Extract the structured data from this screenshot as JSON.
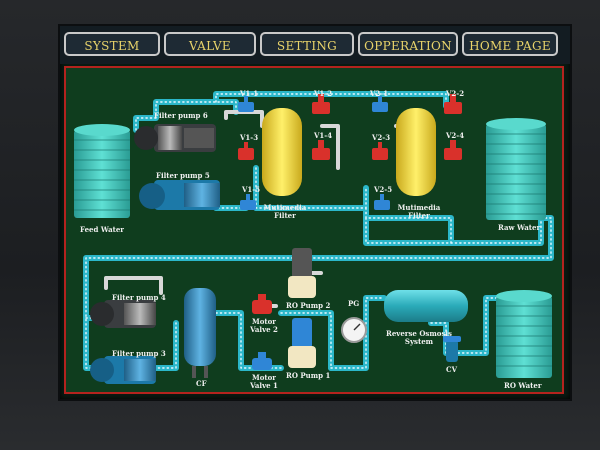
{
  "nav": {
    "system": "SYSTEM",
    "valve": "VALVE",
    "setting": "SETTING",
    "opperation": "OPPERATION",
    "home_page": "HOME PAGE"
  },
  "labels": {
    "filter_pump_6": "Filter pump 6",
    "filter_pump_5": "Filter pump 5",
    "filter_pump_4": "Filter pump 4",
    "filter_pump_3": "Filter pump 3",
    "feed_water": "Feed Water",
    "raw_water": "Raw Water",
    "ro_water": "RO Water",
    "mm_filter_1": "Mutimedia\nFilter",
    "mm_filter_2": "Mutimedia\nFilter",
    "v1_1": "V1-1",
    "v1_2": "V1-2",
    "v1_3": "V1-3",
    "v1_4": "V1-4",
    "v1_5": "V1-5",
    "v2_1": "V2-1",
    "v2_2": "V2-2",
    "v2_3": "V2-3",
    "v2_4": "V2-4",
    "v2_5": "V2-5",
    "cf": "CF",
    "motor_valve_2": "Motor\nValve 2",
    "motor_valve_1": "Motor\nValve 1",
    "ro_pump_2": "RO Pump 2",
    "ro_pump_1": "RO Pump 1",
    "pg": "PG",
    "reverse_osmosis": "Reverse Osmosis\nSystem",
    "cv": "CV"
  },
  "colors": {
    "pipe_outer": "#2bb7c9",
    "pipe_dots": "#e8f8ff",
    "panel_bg": "#0f3d1e",
    "panel_border": "#b3231e",
    "nav_text": "#e8d36a",
    "filter_yellow": "#f2d83a",
    "valve_red": "#d9312b",
    "valve_blue": "#2f86d6",
    "tank_teal": "#3fc3b9"
  },
  "icons": {
    "tank": "tank-icon",
    "pump": "pump-icon",
    "valve": "valve-icon",
    "gauge": "pressure-gauge-icon",
    "filter": "filter-vessel-icon"
  }
}
